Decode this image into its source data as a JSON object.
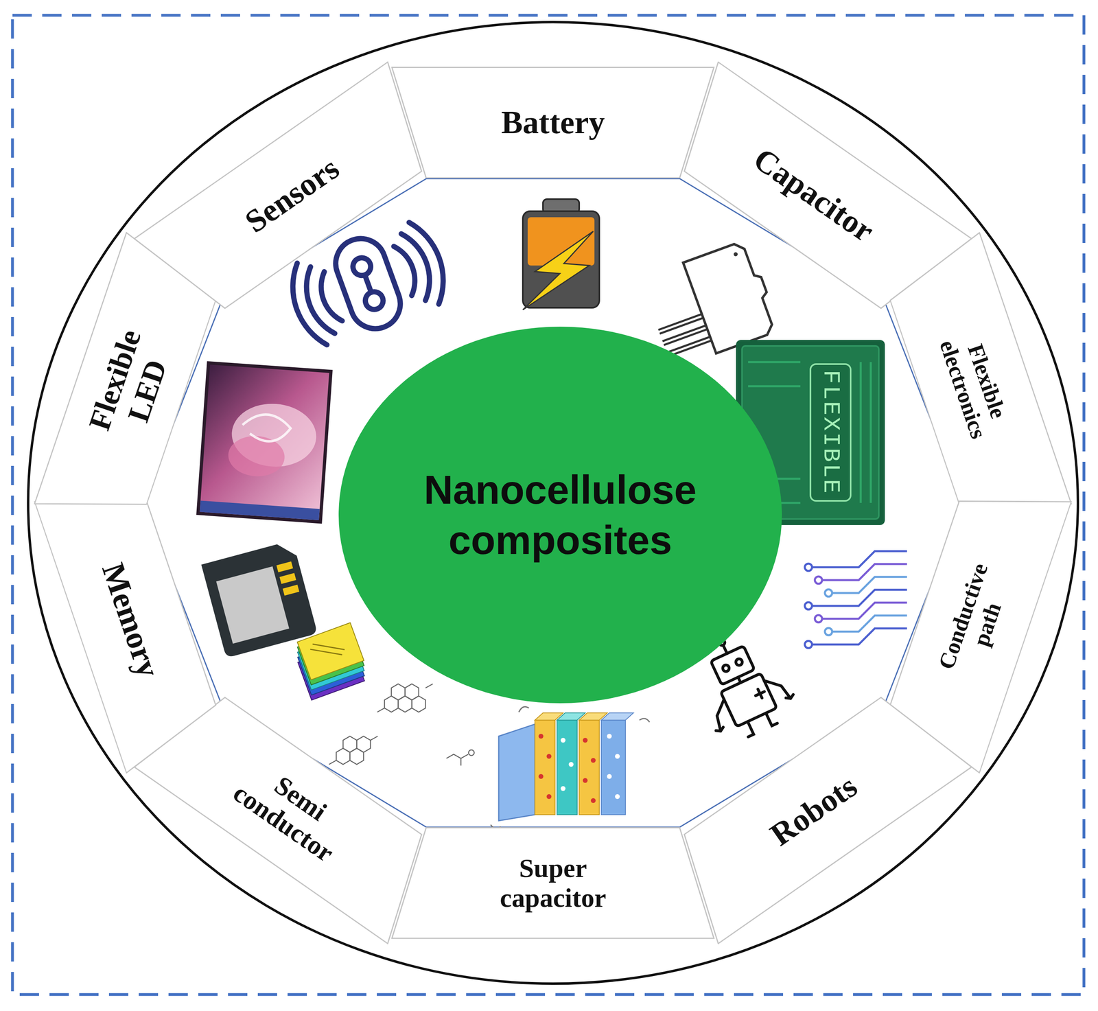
{
  "diagram": {
    "nodes": [
      {
        "text": [
          "Nanocellulose composites"
        ]
      },
      {
        "text": [
          "Battery"
        ]
      },
      {
        "text": [
          "Capacitor"
        ]
      },
      {
        "text": [
          "Flexible electronics"
        ]
      },
      {
        "text": [
          "Conductive path"
        ]
      },
      {
        "text": [
          "Robots"
        ]
      },
      {
        "text": [
          "Super capacitor"
        ]
      },
      {
        "text": [
          "Semi conductor"
        ]
      },
      {
        "text": [
          "Memory"
        ]
      },
      {
        "text": [
          "Flexible LED"
        ]
      },
      {
        "text": [
          "Sensors"
        ]
      }
    ],
    "labels": [
      "FLEXIBLE"
    ]
  }
}
